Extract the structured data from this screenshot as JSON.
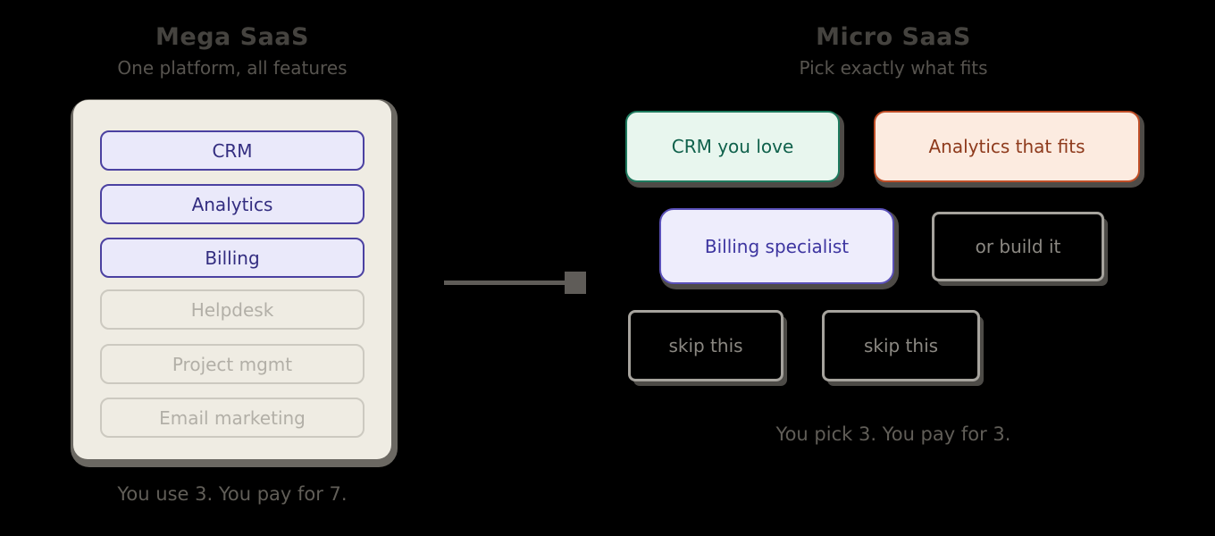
{
  "left_panel": {
    "title": "Mega SaaS",
    "subtitle": "One platform, all features",
    "features": [
      {
        "label": "CRM",
        "state": "included"
      },
      {
        "label": "Analytics",
        "state": "included"
      },
      {
        "label": "Billing",
        "state": "included"
      },
      {
        "label": "Helpdesk",
        "state": "unused"
      },
      {
        "label": "Project mgmt",
        "state": "unused"
      },
      {
        "label": "Email marketing",
        "state": "unused"
      }
    ],
    "caption": "You use 3. You pay for 7."
  },
  "right_panel": {
    "title": "Micro SaaS",
    "subtitle": "Pick exactly what fits",
    "cards": [
      {
        "label": "CRM you love",
        "variant": "green"
      },
      {
        "label": "Analytics that fits",
        "variant": "orange"
      },
      {
        "label": "Billing specialist",
        "variant": "purple"
      },
      {
        "label": "or build it",
        "variant": "outline"
      },
      {
        "label": "skip this",
        "variant": "outline"
      },
      {
        "label": "skip this",
        "variant": "outline"
      }
    ],
    "caption": "You pick 3. You pay for 3."
  },
  "colors": {
    "background": "#000000",
    "panel_fill": "#efece3",
    "panel_shadow": "#6b6862",
    "included_fill": "#eae9fa",
    "included_border": "#4b41a1",
    "included_text": "#332d80",
    "unused_border": "#ccc9c0",
    "unused_text": "#b2afa7",
    "green_fill": "#e8f6ee",
    "green_border": "#1e7a5e",
    "green_text": "#0f614b",
    "orange_fill": "#fcebe0",
    "orange_border": "#bf4e27",
    "orange_text": "#8e3a1c",
    "purple_fill": "#eeedfc",
    "purple_border": "#5a50b8",
    "purple_text": "#3d35a0",
    "outline_border": "#a6a39d",
    "outline_text": "#8b8882",
    "arrow": "#5f5c58",
    "title_text": "#45433f",
    "subtitle_text": "#57544f",
    "caption_text": "#615e58"
  }
}
